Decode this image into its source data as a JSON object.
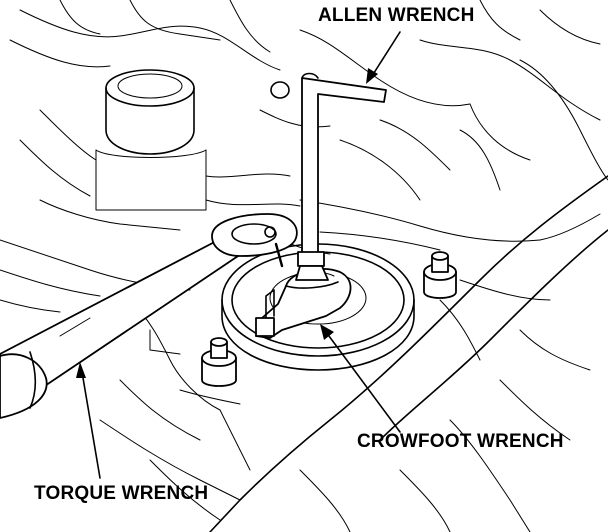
{
  "labels": {
    "allen_wrench": "ALLEN WRENCH",
    "crowfoot_wrench": "CROWFOOT WRENCH",
    "torque_wrench": "TORQUE WRENCH"
  },
  "colors": {
    "line": "#000000",
    "background": "#ffffff"
  }
}
